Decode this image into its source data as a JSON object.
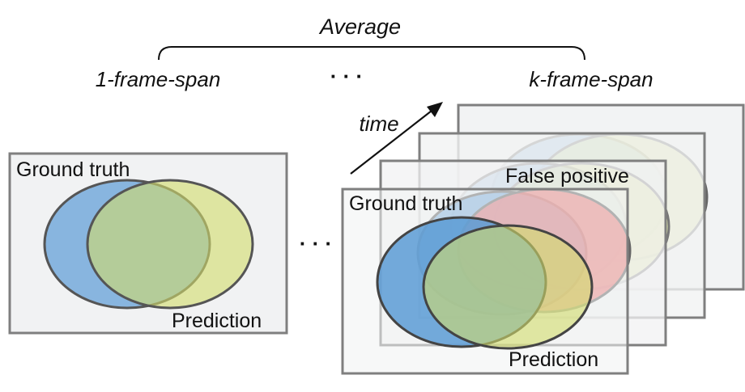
{
  "header": {
    "average_label": "Average",
    "one_frame_label": "1-frame-span",
    "ellipsis_top": "· · ·",
    "k_frame_label": "k-frame-span"
  },
  "time_label": "time",
  "ellipsis_middle": "· · ·",
  "single_frame": {
    "ground_truth_label": "Ground truth",
    "prediction_label": "Prediction"
  },
  "stacked_frames": {
    "ground_truth_label": "Ground truth",
    "false_positive_label": "False positive",
    "prediction_label": "Prediction"
  },
  "colors": {
    "ground_truth": "#5b9bd5",
    "prediction": "#d4df78",
    "overlap": "#8fbf8a",
    "false_positive": "#e86060",
    "frame_fill": "#f1f2f3",
    "frame_border": "#7f7f7f"
  }
}
